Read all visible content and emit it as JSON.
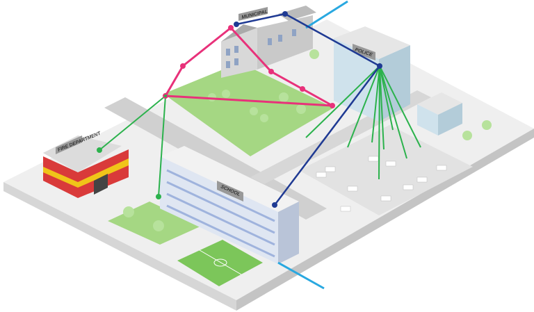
{
  "title": "Smart city network diagram",
  "buildings": {
    "municipal": "MUNICIPAL",
    "police": "POLICE",
    "fire": "FIRE DEPARTMENT",
    "school": "SCHOOL"
  },
  "colors": {
    "pink": "#e8317a",
    "navy": "#1f3a93",
    "green": "#2bb24c",
    "lightblue": "#29a8e0",
    "ground": "#eeeeee",
    "grass": "#9fd67a"
  }
}
